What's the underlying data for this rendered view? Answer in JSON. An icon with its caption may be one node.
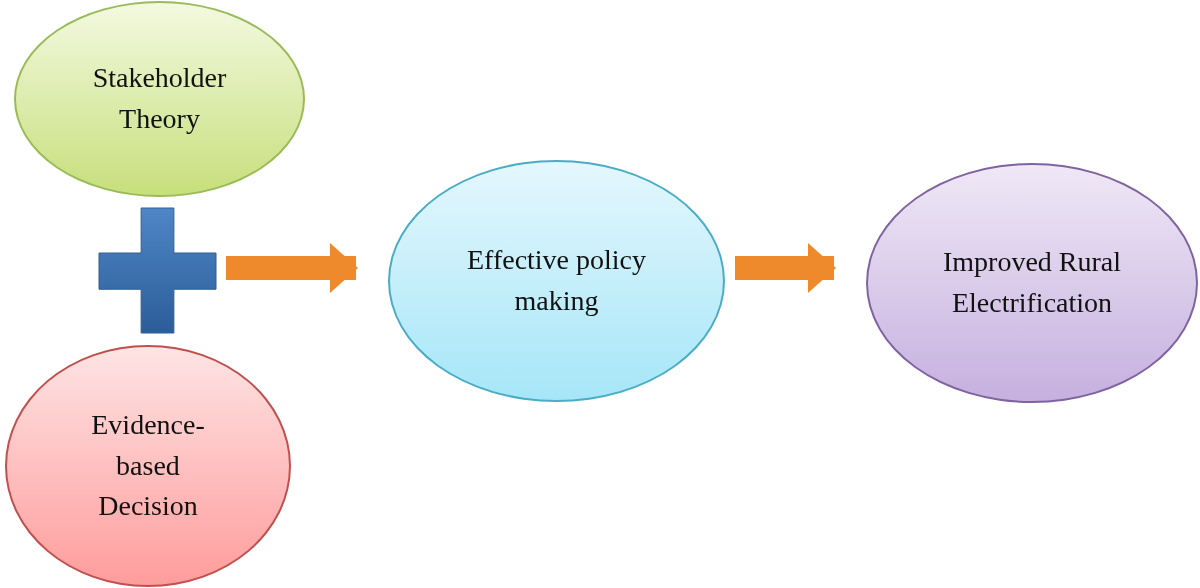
{
  "diagram": {
    "nodes": [
      {
        "text": [
          "Stakeholder Theory"
        ]
      },
      {
        "text": [],
        "shape": "plus"
      },
      {
        "text": [
          "Evidence-based Decision"
        ]
      },
      {
        "text": [
          "Effective policy making"
        ]
      },
      {
        "text": [
          "Improved Rural Electrification"
        ]
      }
    ],
    "edges": [
      {
        "from": 1,
        "to": 3,
        "arrow": "to"
      },
      {
        "from": 3,
        "to": 4,
        "arrow": "to"
      }
    ]
  }
}
